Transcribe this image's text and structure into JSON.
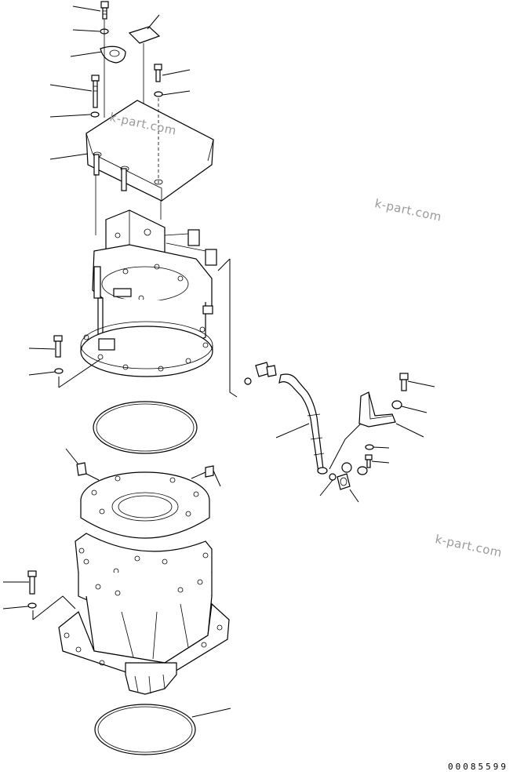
{
  "watermarks": [
    "k-part.com",
    "k-part.com",
    "k-part.com"
  ],
  "drawing_number": "00085599"
}
